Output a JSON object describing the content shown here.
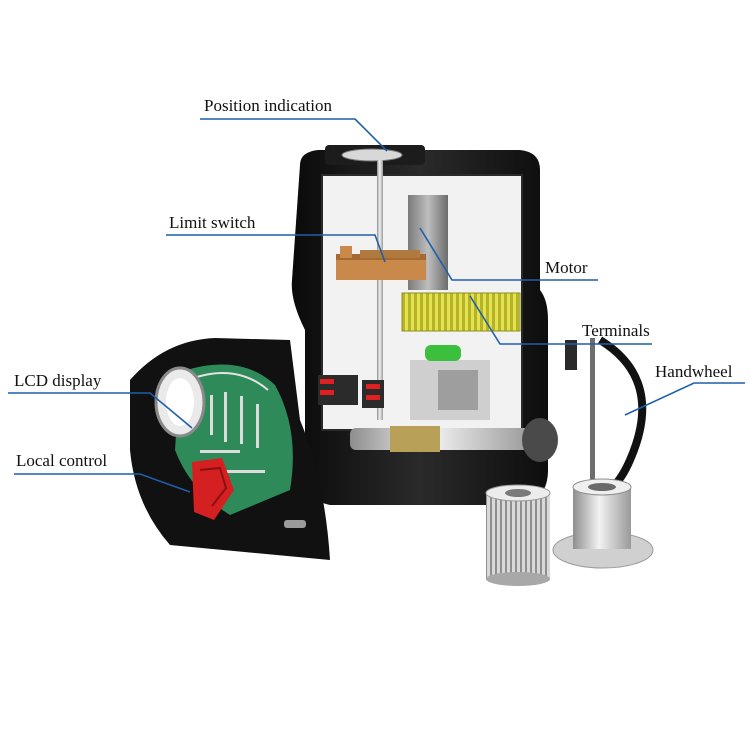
{
  "labels": {
    "position_indication": "Position indication",
    "limit_switch": "Limit switch",
    "motor": "Motor",
    "terminals": "Terminals",
    "handwheel": "Handwheel",
    "lcd_display": "LCD display",
    "local_control": "Local control"
  },
  "colors": {
    "leader_line": "#1f5fa8",
    "housing": "#141414",
    "pcb": "#2f8a5a",
    "gear": "#c8894a",
    "terminal_block": "#d8d640",
    "knob": "#d42020",
    "metal": "#b8b8b8"
  }
}
